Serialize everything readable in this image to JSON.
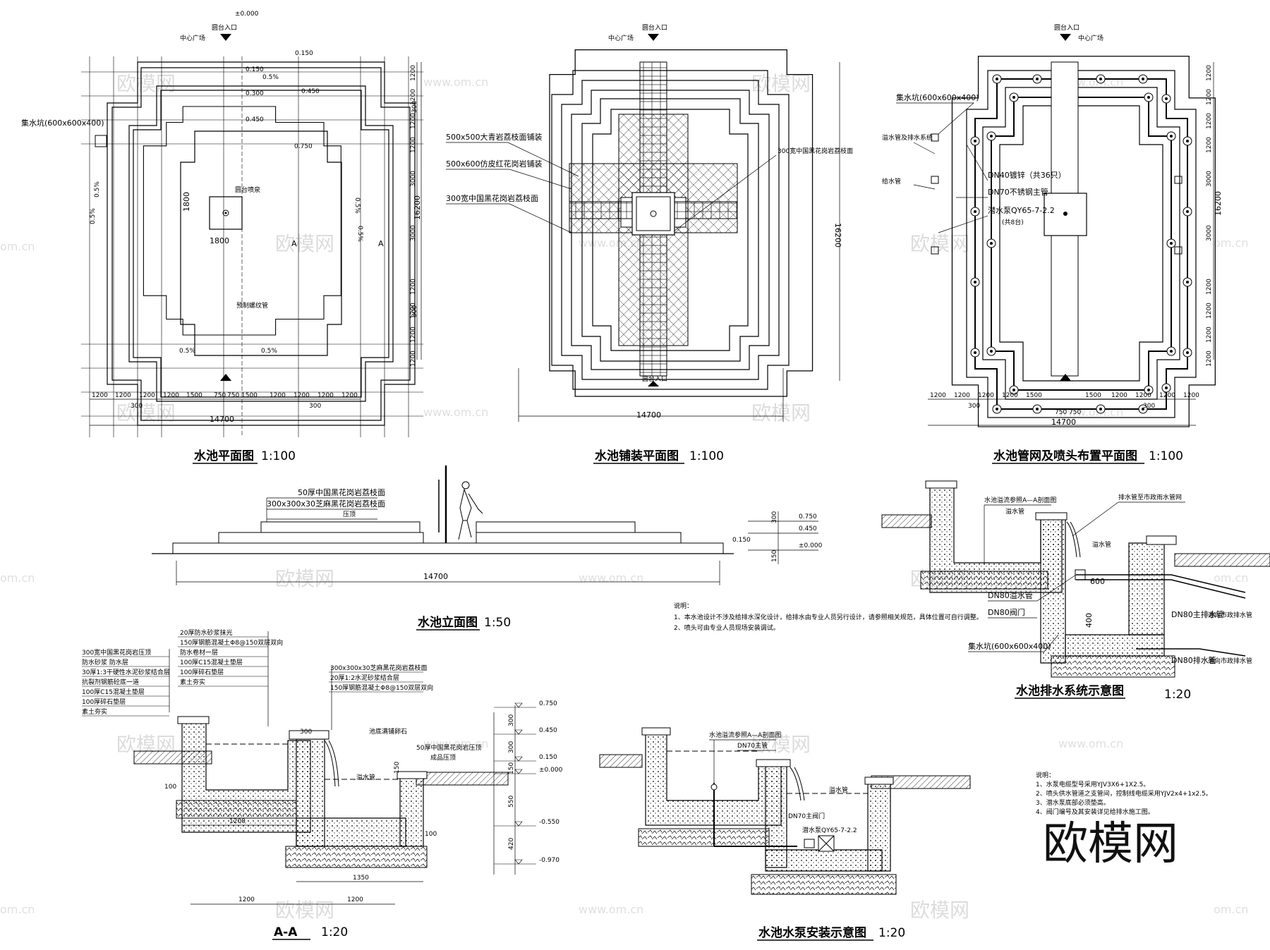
{
  "titles": {
    "plan": "水池平面图",
    "paving": "水池铺装平面图",
    "pipes": "水池管网及喷头布置平面图",
    "elevation": "水池立面图",
    "section": "A-A",
    "pump": "水池水泵安装示意图",
    "drain": "水池排水系统示意图",
    "scale_100": "1:100",
    "scale_50": "1:50",
    "scale_20": "1:20"
  },
  "plan": {
    "entrance_top": "圆台入口",
    "entrance_bottom": "圆台入口",
    "plaza": "中心广场",
    "drain_well": "集水坑(600x600x400)",
    "center_label": "圆台喷泉",
    "center_dim": "1800",
    "slope": "0.5%",
    "section_mark": "A",
    "spring": "预制螺纹管",
    "elev_0": "±0.000",
    "elev_150": "0.150",
    "elev_300": "0.300",
    "elev_450": "0.450",
    "elev_750": "0.750",
    "dims_bottom": [
      "1200",
      "1200",
      "1200",
      "1200",
      "1500",
      "750",
      "750",
      "1500",
      "1200",
      "1200",
      "1200",
      "1200"
    ],
    "dims_bottom2": [
      "300",
      "300"
    ],
    "total": "14700",
    "dims_right": [
      "1200",
      "1200",
      "1200",
      "1200",
      "3000",
      "3000",
      "1200",
      "1200",
      "1200",
      "1200"
    ],
    "dims_right2": [
      "300",
      "300"
    ],
    "total_right": "16200"
  },
  "paving": {
    "label1": "500x500大青岩荔枝面铺装",
    "label2": "500x600仿皮红花岗岩铺装",
    "label3": "300宽中国黑花岗岩荔枝面",
    "label4": "300宽中国黑花岗岩荔枝面",
    "entrance": "圆台入口",
    "plaza": "中心广场",
    "total": "14700",
    "total_right": "16200"
  },
  "pipes": {
    "drain_well": "集水坑(600x600x400)",
    "label_a": "溢水管及排水系统",
    "label_b": "给水管",
    "dn40": "DN40镀锌（共36只）",
    "dn70": "DN70不锈钢主管",
    "pump": "潜水泵QY65-7-2.2",
    "pump_count": "(共8台)",
    "entrance": "圆台入口",
    "plaza": "中心广场",
    "total": "14700",
    "mid": "750 750"
  },
  "elevation": {
    "layer1": "50厚中国黑花岗岩荔枝面",
    "layer2": "300x300x30芝麻黑花岗岩荔枝面",
    "layer3": "压顶",
    "e750": "0.750",
    "e450": "0.450",
    "e000": "±0.000",
    "e150": "0.150",
    "d300": "300",
    "d150": "150",
    "total": "14700"
  },
  "notes": {
    "head": "说明：",
    "n1": "1、本水池设计不涉及给排水深化设计，给排水由专业人员另行设计，请参照相关规范，具体位置可自行调整。",
    "n2": "2、喷头可由专业人员现场安装调试。"
  },
  "section": {
    "layers_left": [
      "300宽中国黑花岗岩压顶",
      "防水砂浆 防水层",
      "30厚1:3干硬性水泥砂浆结合层",
      "抗裂剂钢筋砼底一道",
      "100厚C15混凝土垫层",
      "100厚碎石垫层",
      "素土夯实"
    ],
    "layers_top": [
      "20厚防水砂浆抹光",
      "150厚钢筋混凝土Φ8@150双层双向",
      "防水卷材一层",
      "100厚C15混凝土垫层",
      "100厚碎石垫层",
      "素土夯实"
    ],
    "layers_right": [
      "300x300x30芝麻黑花岗岩荔枝面",
      "20厚1:2水泥砂浆结合层",
      "150厚钢筋混凝土Φ8@150双层双向"
    ],
    "waterline": "池底满铺卵石",
    "overflow": "50厚中国黑花岗岩压顶",
    "overflow2": "成品压顶",
    "pipe": "溢水管",
    "d300": "300",
    "d100": "100",
    "d100b": "100",
    "d1200": "1200",
    "d1350": "1350",
    "d1200b": "1200",
    "d1200c": "1200",
    "d150": "150",
    "elevs": [
      "0.750",
      "0.450",
      "0.150",
      "±0.000",
      "-0.550",
      "-0.970"
    ],
    "vdims": [
      "300",
      "300",
      "150",
      "550",
      "420"
    ]
  },
  "pump": {
    "inlet": "水池溢流参照A—A剖面图",
    "dn70": "DN70主管",
    "dn70v": "DN70主阀门",
    "pump": "潜水泵QY65-7-2.2",
    "pipe": "溢水管",
    "notes_head": "说明：",
    "n1": "1、水泵电缆型号采用YJV3X6+1X2.5。",
    "n2": "2、喷头供水管道之支管间，控制线电缆采用YJV2x4+1x2.5。",
    "n3": "3、潜水泵底部必须垫高。",
    "n4": "4、阀门编号及其安装详见给排水施工图。"
  },
  "drain": {
    "ref": "水池溢流参照A—A剖面图",
    "overflow_well": "溢水管",
    "to_well": "排水管至市政雨水管网",
    "overflow_pipe": "溢水管",
    "dn80a": "DN80溢水管",
    "dn80b": "DN80阀门",
    "d600": "600",
    "d400": "400",
    "dn80c": "DN80主排水管",
    "dn80d": "DN80排水管",
    "to_mun": "通向市政排水管",
    "to_mun2": "通向市政排水管",
    "well": "集水坑(600x600x400)"
  },
  "watermark": {
    "text": "欧模网",
    "url": "www.om.cn",
    "short": "om.cn",
    "brand": "欧模网"
  }
}
